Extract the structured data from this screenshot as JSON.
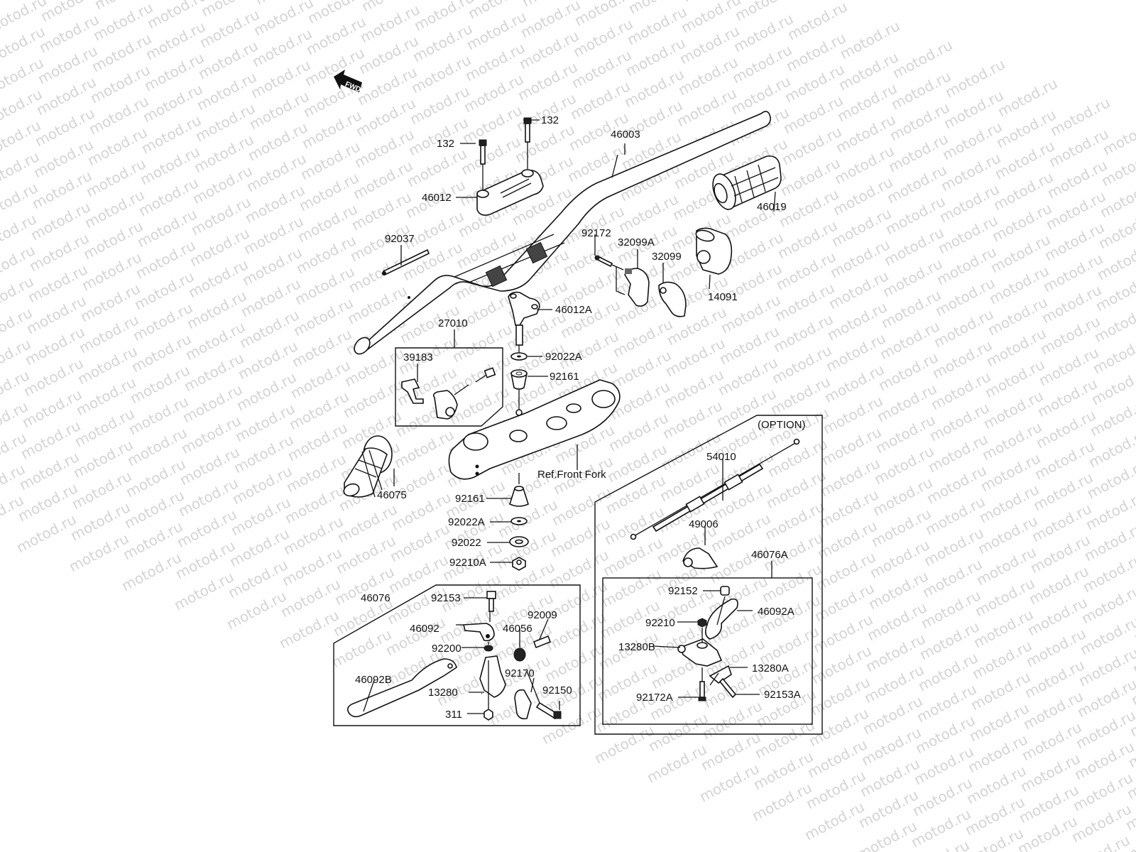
{
  "watermark": {
    "text": "motod.ru",
    "color": "#d4d4d4"
  },
  "fwd_indicator": {
    "text": "FWD"
  },
  "option_label": "(OPTION)",
  "reference_label": "Ref.Front Fork",
  "parts": {
    "p132a": "132",
    "p132b": "132",
    "p46003": "46003",
    "p46012": "46012",
    "p46019": "46019",
    "p92037": "92037",
    "p92172": "92172",
    "p32099A": "32099A",
    "p32099": "32099",
    "p14091": "14091",
    "p46012A": "46012A",
    "p27010": "27010",
    "p39183": "39183",
    "p92022A_top": "92022A",
    "p92161_top": "92161",
    "p46075": "46075",
    "p92161_bot": "92161",
    "p92022A_bot": "92022A",
    "p92022": "92022",
    "p92210A": "92210A",
    "p54010": "54010",
    "p49006": "49006",
    "p46076A": "46076A",
    "p92152": "92152",
    "p46092A": "46092A",
    "p92210": "92210",
    "p13280B": "13280B",
    "p13280A": "13280A",
    "p92172A": "92172A",
    "p92153A": "92153A",
    "p46076": "46076",
    "p92153": "92153",
    "p46092": "46092",
    "p92009": "92009",
    "p46056": "46056",
    "p92200": "92200",
    "p46092B": "46092B",
    "p92170": "92170",
    "p13280": "13280",
    "p92150": "92150",
    "p311": "311"
  }
}
